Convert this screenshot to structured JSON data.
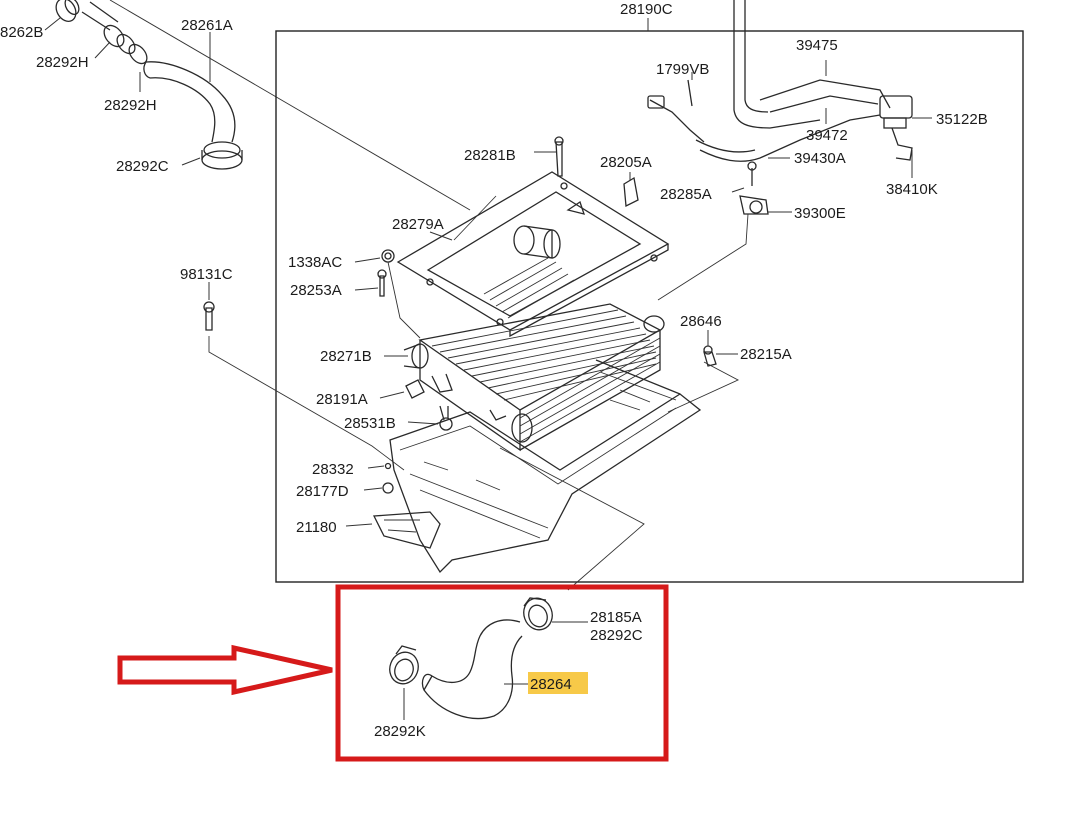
{
  "diagram": {
    "top_labels": {
      "lbl_28282B": "8262B",
      "lbl_28292H_a": "28292H",
      "lbl_28261A": "28261A",
      "lbl_28292H_b": "28292H",
      "lbl_28292C": "28292C",
      "lbl_28190C": "28190C"
    },
    "box_labels": {
      "lbl_39475": "39475",
      "lbl_1799VB": "1799VB",
      "lbl_35122B": "35122B",
      "lbl_39472": "39472",
      "lbl_28281B": "28281B",
      "lbl_28205A": "28205A",
      "lbl_39430A": "39430A",
      "lbl_38410K": "38410K",
      "lbl_28285A": "28285A",
      "lbl_39300E": "39300E",
      "lbl_28279A": "28279A",
      "lbl_1338AC": "1338AC",
      "lbl_28253A": "28253A",
      "lbl_98131C": "98131C",
      "lbl_28646": "28646",
      "lbl_28271B": "28271B",
      "lbl_28215A": "28215A",
      "lbl_28191A": "28191A",
      "lbl_28531B": "28531B",
      "lbl_28332": "28332",
      "lbl_28177D": "28177D",
      "lbl_21180": "21180"
    },
    "callout": {
      "lbl_28185A": "28185A",
      "lbl_28292C_b": "28292C",
      "lbl_28264": "28264",
      "lbl_28292K": "28292K"
    },
    "colors": {
      "highlight_box": "#d61a1a",
      "arrow": "#d61a1a",
      "part_number_highlight": "#f7c948",
      "line": "#2a2a2a"
    }
  }
}
